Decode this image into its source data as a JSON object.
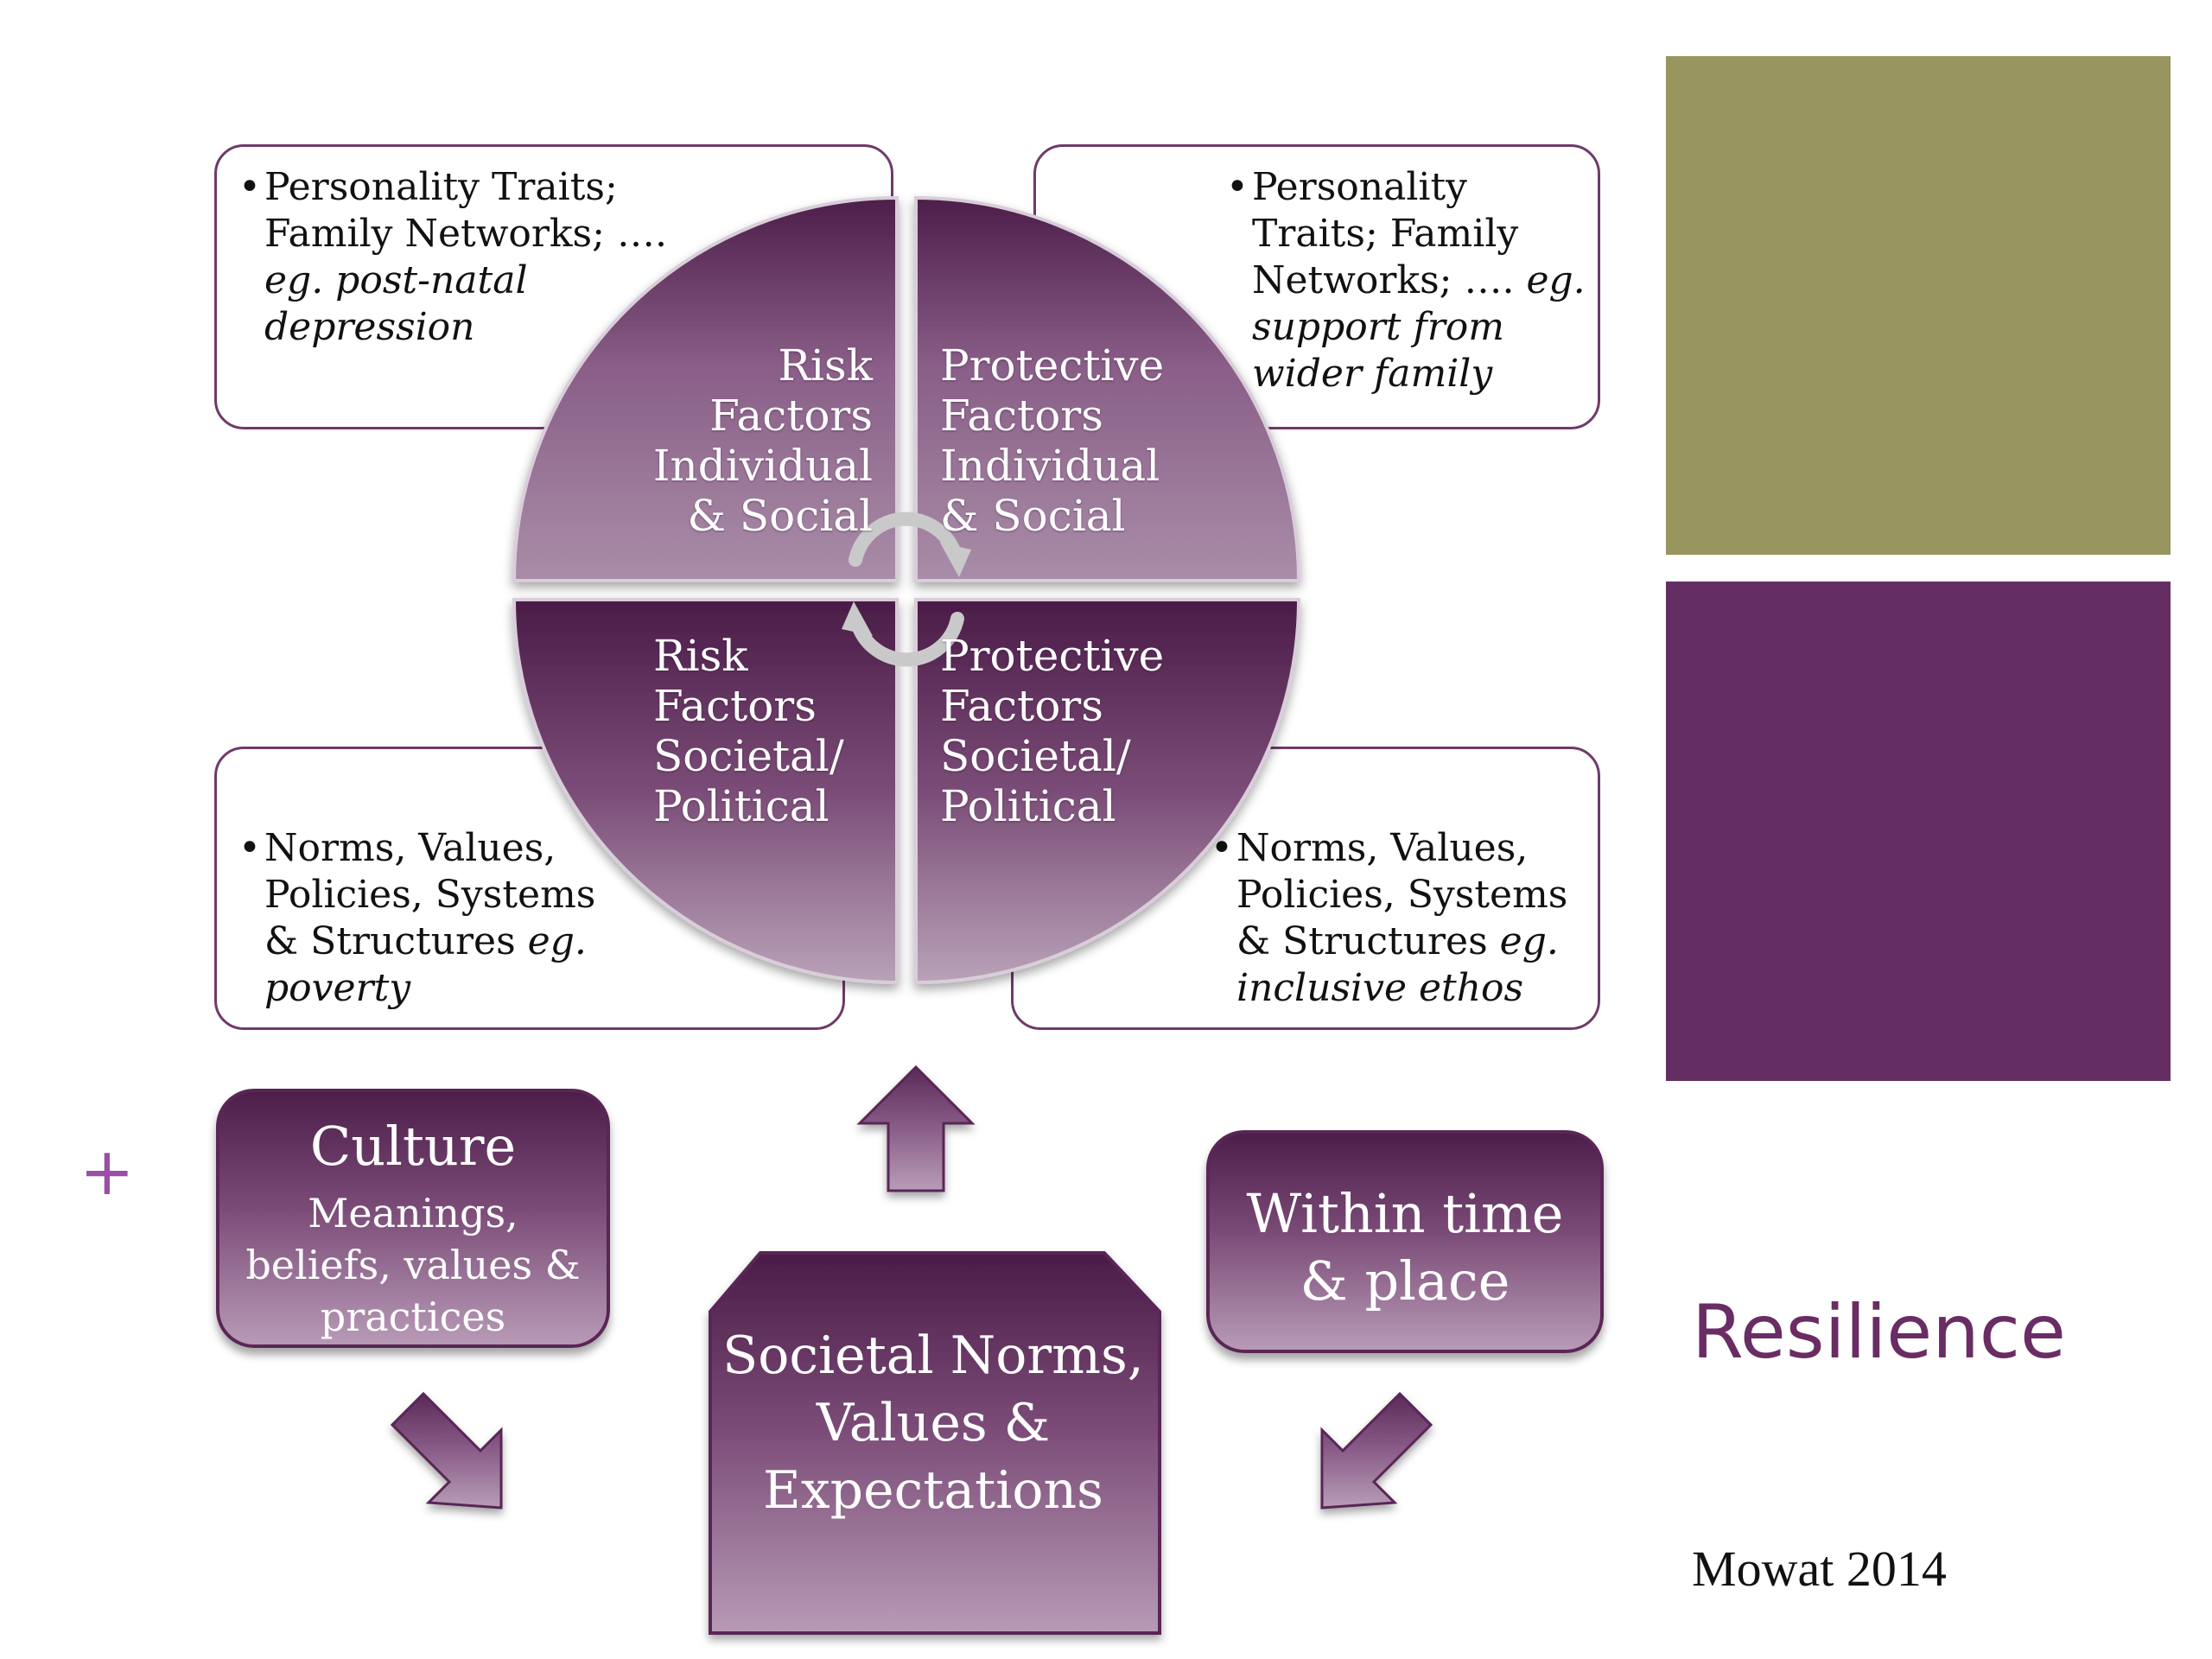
{
  "colors": {
    "olive_panel": "#98955f",
    "purple_panel": "#642e63",
    "title": "#6a2c64",
    "quadrant_light": "#a387a2",
    "quadrant_dark": "#4d1e4a",
    "callout_border": "#6f3a6a"
  },
  "slide": {
    "title": "Resilience",
    "author": "Mowat 2014",
    "plus_mark": "+"
  },
  "callouts": {
    "top_left": {
      "bullet": "•",
      "text": "Personality Traits; Family Networks; ….",
      "example": "eg. post-natal depression"
    },
    "top_right": {
      "bullet": "•",
      "text": "Personality Traits; Family Networks; ….",
      "example": "eg. support from wider family"
    },
    "bottom_left": {
      "bullet": "•",
      "text": "Norms, Values, Policies, Systems & Structures",
      "example": "eg. poverty"
    },
    "bottom_right": {
      "bullet": "•",
      "text": "Norms, Values, Policies, Systems & Structures",
      "example": "eg. inclusive ethos"
    }
  },
  "quadrants": {
    "top_left": [
      "Risk",
      "Factors",
      "Individual",
      "& Social"
    ],
    "top_right": [
      "Protective",
      "Factors",
      "Individual",
      "& Social"
    ],
    "bottom_left": [
      "Risk",
      "Factors",
      "Societal/",
      "Political"
    ],
    "bottom_right": [
      "Protective",
      "Factors",
      "Societal/",
      "Political"
    ]
  },
  "culture": {
    "title": "Culture",
    "description": "Meanings, beliefs, values & practices"
  },
  "time_place": {
    "text": "Within time & place"
  },
  "societal_norms": {
    "text": "Societal Norms, Values & Expectations"
  },
  "icons": {
    "cycle": "circular-arrows-icon",
    "up": "arrow-up-icon",
    "down_right": "arrow-down-right-icon",
    "down_left": "arrow-down-left-icon"
  }
}
